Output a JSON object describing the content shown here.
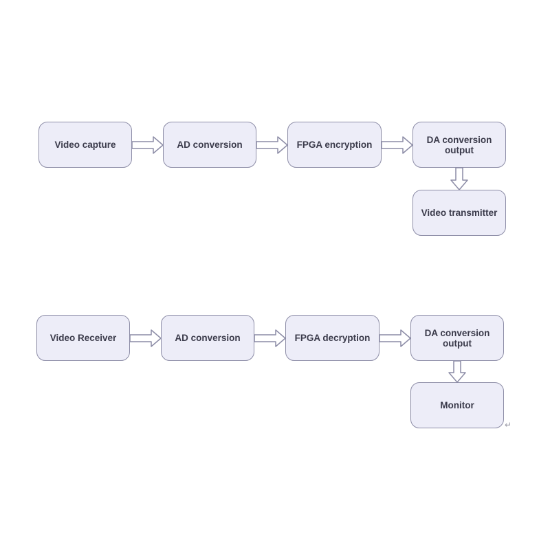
{
  "colors": {
    "node_fill": "#ededf8",
    "node_border": "#8c8ca6",
    "arrow_fill": "#ffffff",
    "arrow_stroke": "#8c8ca6",
    "text": "#3a3a4a"
  },
  "transmitter_flow": {
    "video_capture": "Video capture",
    "ad_conversion": "AD conversion",
    "fpga_encryption": "FPGA encryption",
    "da_conversion_line1": "DA conversion",
    "da_conversion_line2": "output",
    "video_transmitter": "Video transmitter"
  },
  "receiver_flow": {
    "video_receiver": "Video Receiver",
    "ad_conversion": "AD conversion",
    "fpga_decryption": "FPGA decryption",
    "da_conversion_line1": "DA conversion",
    "da_conversion_line2": "output",
    "monitor": "Monitor"
  },
  "end_mark": "↵"
}
